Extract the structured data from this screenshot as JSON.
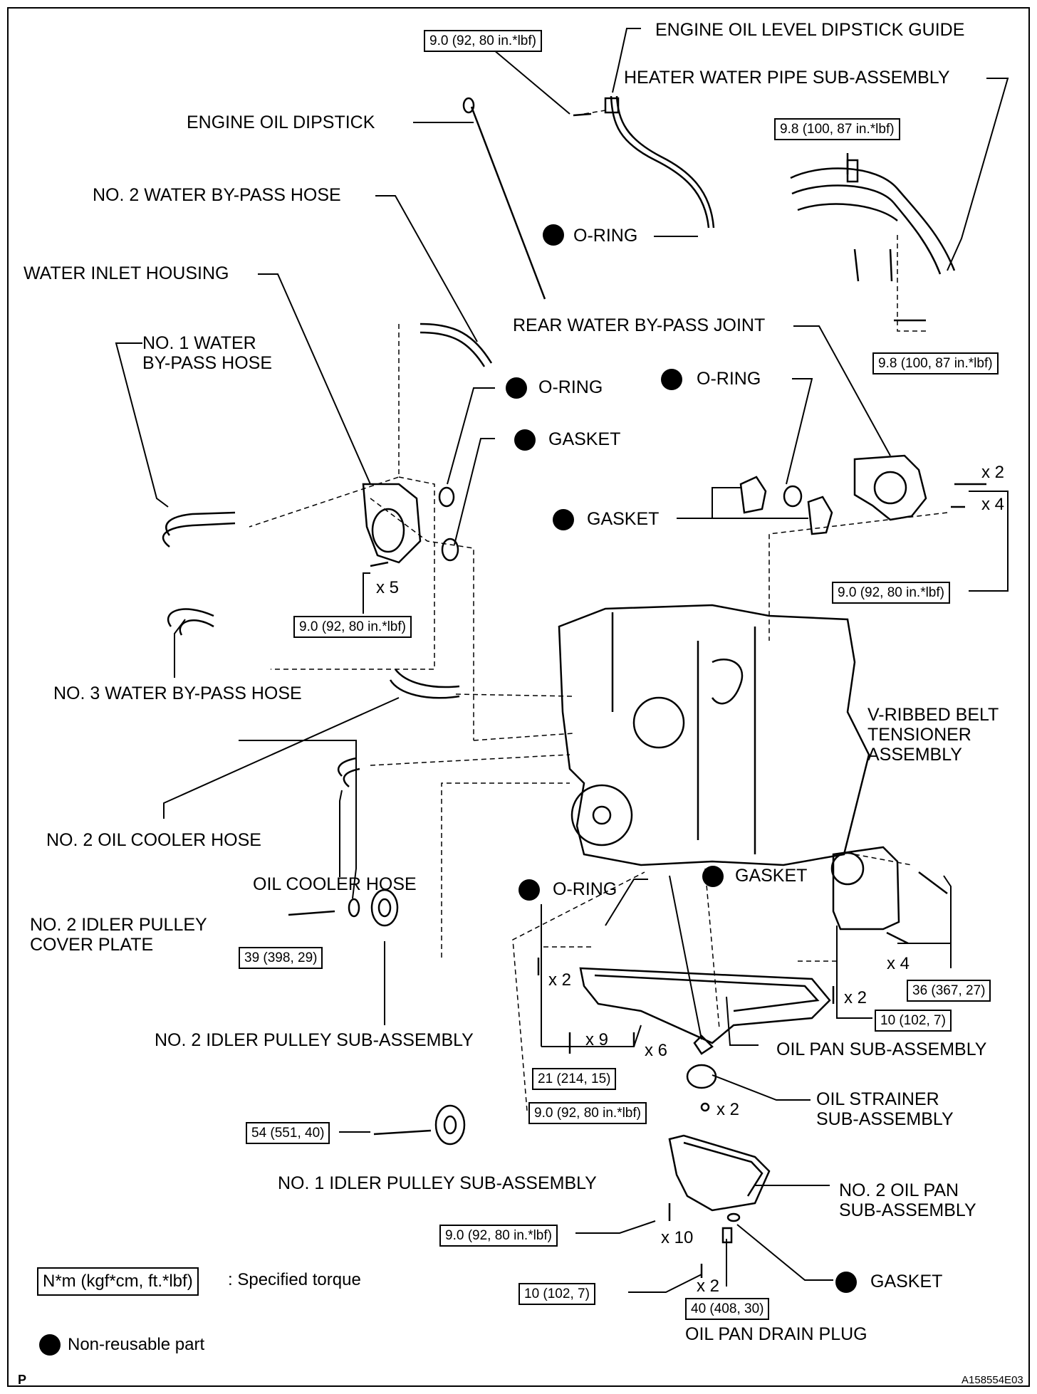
{
  "labels": {
    "dipstick_guide": "ENGINE OIL LEVEL DIPSTICK GUIDE",
    "heater_pipe": "HEATER WATER PIPE SUB-ASSEMBLY",
    "oil_dipstick": "ENGINE OIL DIPSTICK",
    "no2_bypass_hose": "NO. 2 WATER BY-PASS HOSE",
    "oring_top": "O-RING",
    "water_inlet_housing": "WATER INLET HOUSING",
    "rear_bypass_joint": "REAR WATER BY-PASS JOINT",
    "no1_bypass_hose": "NO. 1 WATER\nBY-PASS HOSE",
    "oring_left": "O-RING",
    "oring_right": "O-RING",
    "gasket_left": "GASKET",
    "gasket_mid": "GASKET",
    "no3_bypass_hose": "NO. 3 WATER BY-PASS HOSE",
    "vribbed_tensioner": "V-RIBBED BELT\nTENSIONER\nASSEMBLY",
    "no2_oil_cooler_hose": "NO. 2 OIL COOLER HOSE",
    "oil_cooler_hose": "OIL COOLER HOSE",
    "gasket_low": "GASKET",
    "oring_low": "O-RING",
    "no2_idler_cover": "NO. 2 IDLER PULLEY\nCOVER PLATE",
    "no2_idler_pulley": "NO. 2 IDLER PULLEY SUB-ASSEMBLY",
    "oil_pan": "OIL PAN SUB-ASSEMBLY",
    "oil_strainer": "OIL STRAINER\nSUB-ASSEMBLY",
    "no1_idler_pulley": "NO. 1 IDLER PULLEY SUB-ASSEMBLY",
    "no2_oil_pan": "NO. 2 OIL PAN\nSUB-ASSEMBLY",
    "gasket_drain": "GASKET",
    "drain_plug": "OIL PAN DRAIN PLUG"
  },
  "torques": {
    "t_guide": "9.0 (92, 80 in.*lbf)",
    "t_heater_top": "9.8 (100, 87 in.*lbf)",
    "t_heater_bottom": "9.8 (100, 87 in.*lbf)",
    "t_rear_joint": "9.0 (92, 80 in.*lbf)",
    "t_inlet": "9.0 (92, 80 in.*lbf)",
    "t_tensioner": "36 (367, 27)",
    "t_idler2": "39 (398, 29)",
    "t_pan_right": "10 (102, 7)",
    "t_pan_left": "21 (214, 15)",
    "t_strainer": "9.0 (92, 80 in.*lbf)",
    "t_idler1": "54 (551, 40)",
    "t_pan2": "9.0 (92, 80 in.*lbf)",
    "t_pan2_b": "10 (102, 7)",
    "t_drain": "40 (408, 30)"
  },
  "counts": {
    "c_rear_x2": "x 2",
    "c_rear_x4": "x 4",
    "c_inlet_x5": "x 5",
    "c_tens_x4": "x 4",
    "c_pan_x2a": "x 2",
    "c_pan_x2b": "x 2",
    "c_pan_x9": "x 9",
    "c_pan_x6": "x 6",
    "c_strainer_x2": "x 2",
    "c_pan2_x10": "x 10",
    "c_pan2_x2": "x 2"
  },
  "legend": {
    "torque_box": "N*m (kgf*cm, ft.*lbf)",
    "torque_text": ": Specified torque",
    "nonreusable_text": "Non-reusable part"
  },
  "corner": {
    "page_letter": "P",
    "figure_id": "A158554E03"
  }
}
